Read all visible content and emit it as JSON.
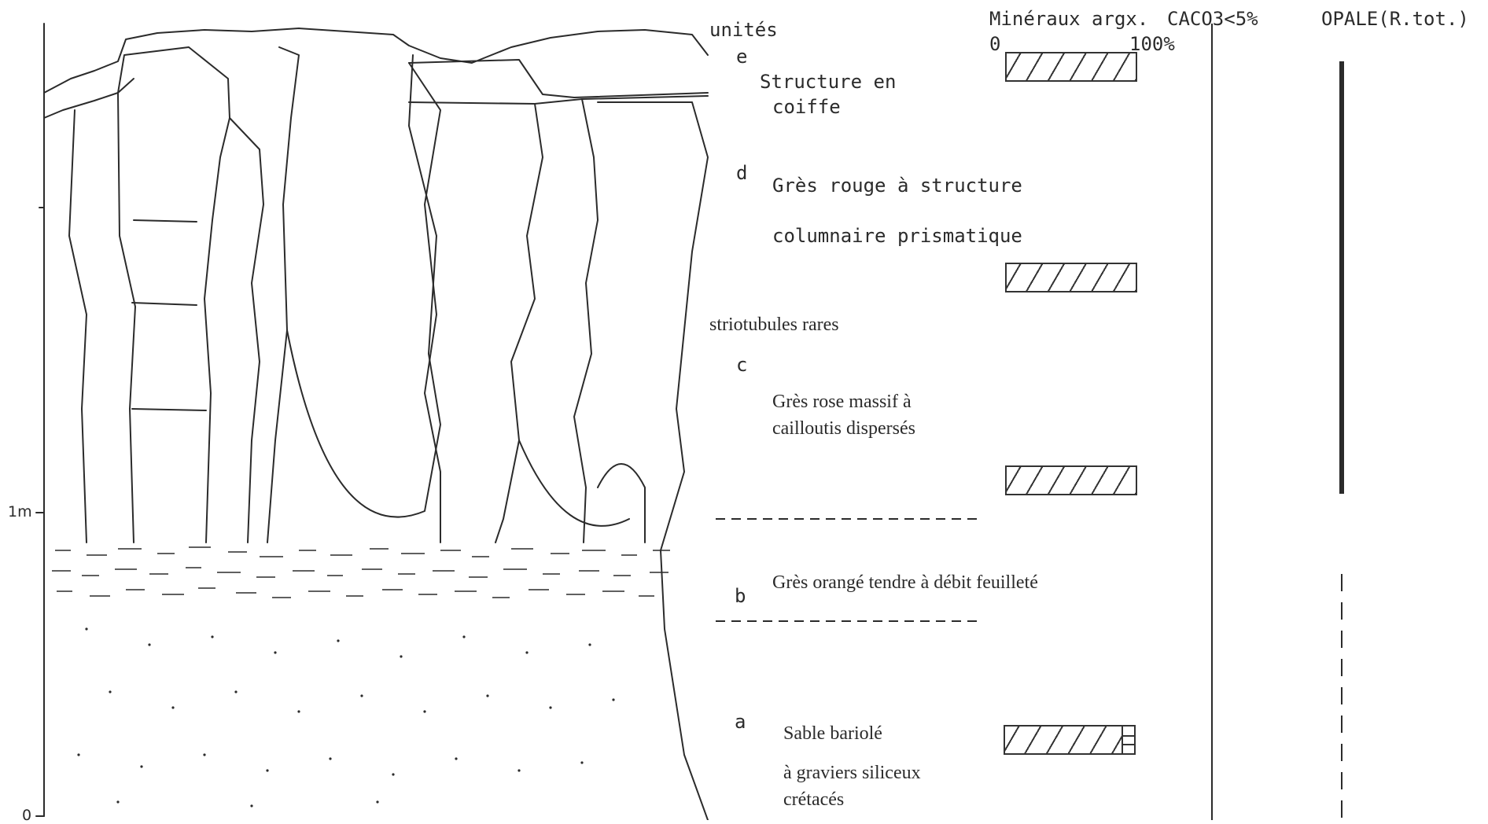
{
  "scale": {
    "ticks": [
      {
        "label": "1m"
      },
      {
        "label": "0"
      }
    ]
  },
  "header": {
    "units_label": "unités",
    "minerals_label": "Minéraux argx.",
    "caco3_label": "CACO3<5%",
    "opale_label": "OPALE(R.tot.)",
    "axis_min": "0",
    "axis_max": "100%"
  },
  "units": [
    {
      "letter": "e",
      "description": [
        "Structure en",
        "coiffe"
      ],
      "minerals_pct": 100
    },
    {
      "letter": "d",
      "description": [
        "Grès rouge à structure",
        "columnaire prismatique"
      ],
      "minerals_pct": 100
    },
    {
      "letter": "c",
      "description": [
        "Grès rose massif à",
        "cailloutis dispersés"
      ],
      "minerals_pct": 100
    },
    {
      "letter": "b",
      "description": [
        "Grès orangé tendre à  débit feuilleté"
      ]
    },
    {
      "letter": "a",
      "description": [
        "Sable bariolé",
        "à graviers siliceux",
        "crétacés"
      ],
      "minerals_pct": 100
    }
  ],
  "annotations": {
    "striotubules": "striotubules rares"
  },
  "colors": {
    "ink": "#2b2b2b",
    "paper": "#ffffff"
  }
}
